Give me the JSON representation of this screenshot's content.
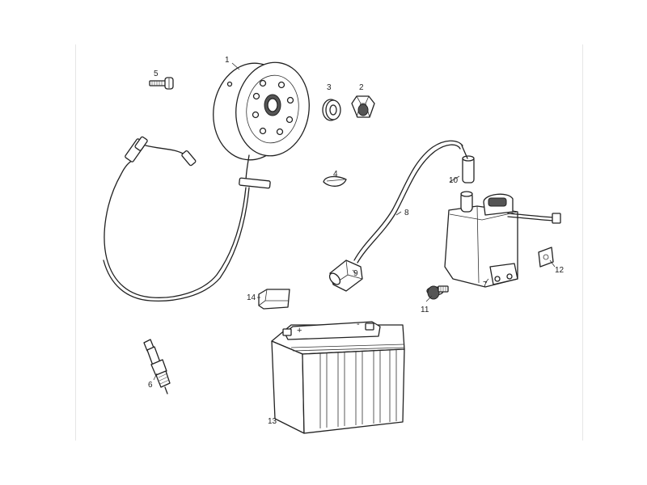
{
  "diagram": {
    "callouts": [
      {
        "id": "1",
        "text": "1"
      },
      {
        "id": "2",
        "text": "2"
      },
      {
        "id": "3",
        "text": "3"
      },
      {
        "id": "4",
        "text": "4"
      },
      {
        "id": "5",
        "text": "5"
      },
      {
        "id": "6",
        "text": "6"
      },
      {
        "id": "7",
        "text": "7"
      },
      {
        "id": "8",
        "text": "8"
      },
      {
        "id": "9",
        "text": "9"
      },
      {
        "id": "10",
        "text": "10"
      },
      {
        "id": "11",
        "text": "11"
      },
      {
        "id": "12",
        "text": "12"
      },
      {
        "id": "13",
        "text": "13"
      },
      {
        "id": "14",
        "text": "14"
      }
    ],
    "battery_terminal_marks": {
      "plus": "+",
      "minus": "-"
    }
  }
}
